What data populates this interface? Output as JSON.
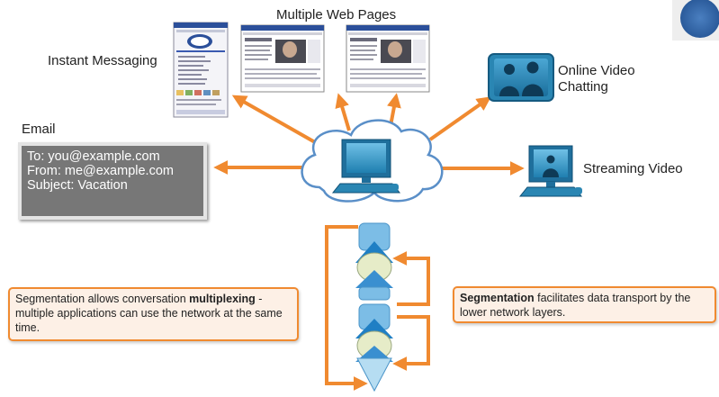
{
  "labels": {
    "web_pages": "Multiple Web Pages",
    "instant_messaging": "Instant Messaging",
    "online_video_1": "Online Video",
    "online_video_2": "Chatting",
    "email": "Email",
    "streaming_video": "Streaming Video"
  },
  "email": {
    "to": "To: you@example.com",
    "from": "From: me@example.com",
    "subject": "Subject: Vacation"
  },
  "notes": {
    "left_text_1": "Segmentation allows conversation ",
    "left_bold": "multiplexing",
    "left_text_2": " - multiple applications can use the network at the same time.",
    "right_bold": "Segmentation",
    "right_text": " facilitates data transport by the lower network layers."
  },
  "colors": {
    "arrow": "#f08a30",
    "cloud_fill": "#ffffff",
    "cloud_stroke": "#5a8fc8",
    "computer": "#2a86b3",
    "segment_blue": "#3a8fd0",
    "segment_cream": "#e6ecc8"
  },
  "icons": [
    "cloud-icon",
    "computer-icon",
    "video-chat-icon",
    "streaming-monitor-icon",
    "im-window-icon",
    "web-page-icon"
  ]
}
